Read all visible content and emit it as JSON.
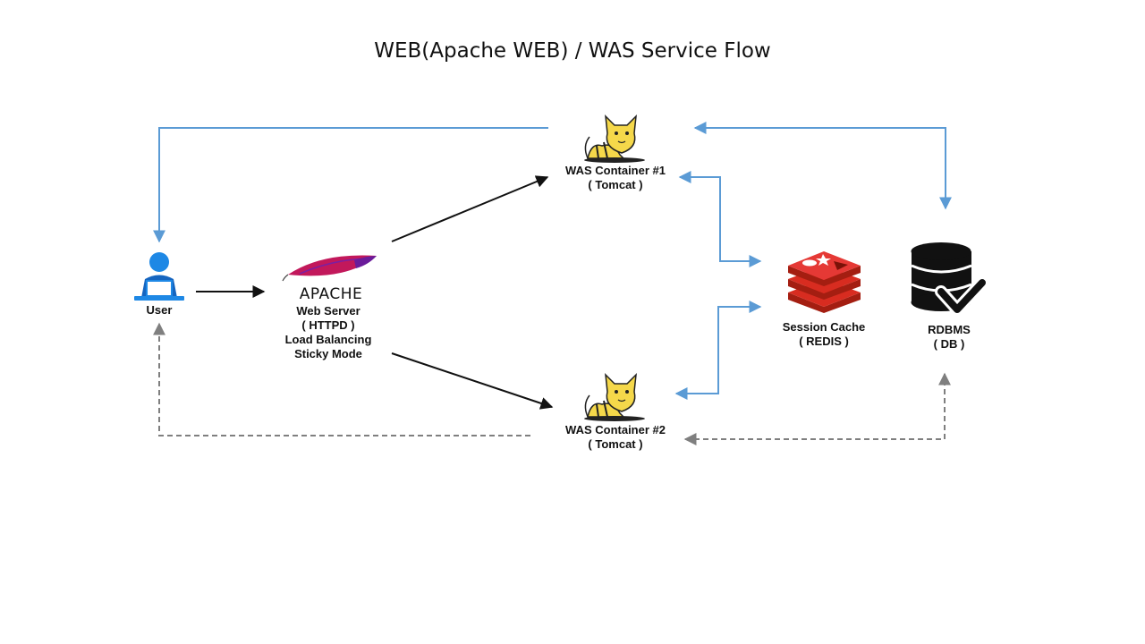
{
  "title": "WEB(Apache WEB) / WAS Service Flow",
  "nodes": {
    "user": {
      "lines": [
        "User"
      ]
    },
    "apache": {
      "logo_text": "APACHE",
      "lines": [
        "Web Server",
        "( HTTPD )",
        "Load Balancing",
        "Sticky Mode"
      ]
    },
    "was1": {
      "lines": [
        "WAS Container #1",
        "( Tomcat )"
      ]
    },
    "was2": {
      "lines": [
        "WAS Container #2",
        "( Tomcat )"
      ]
    },
    "redis": {
      "lines": [
        "Session Cache",
        "( REDIS )"
      ]
    },
    "rdbms": {
      "lines": [
        "RDBMS",
        "( DB )"
      ]
    }
  },
  "colors": {
    "request_arrow": "#111111",
    "blue_arrow": "#5b9bd5",
    "dashed_arrow": "#7f7f7f",
    "user_icon": "#1e88e5",
    "redis": "#d82c20",
    "apache_feather": "#c2185b",
    "tomcat": "#f5d84a"
  }
}
